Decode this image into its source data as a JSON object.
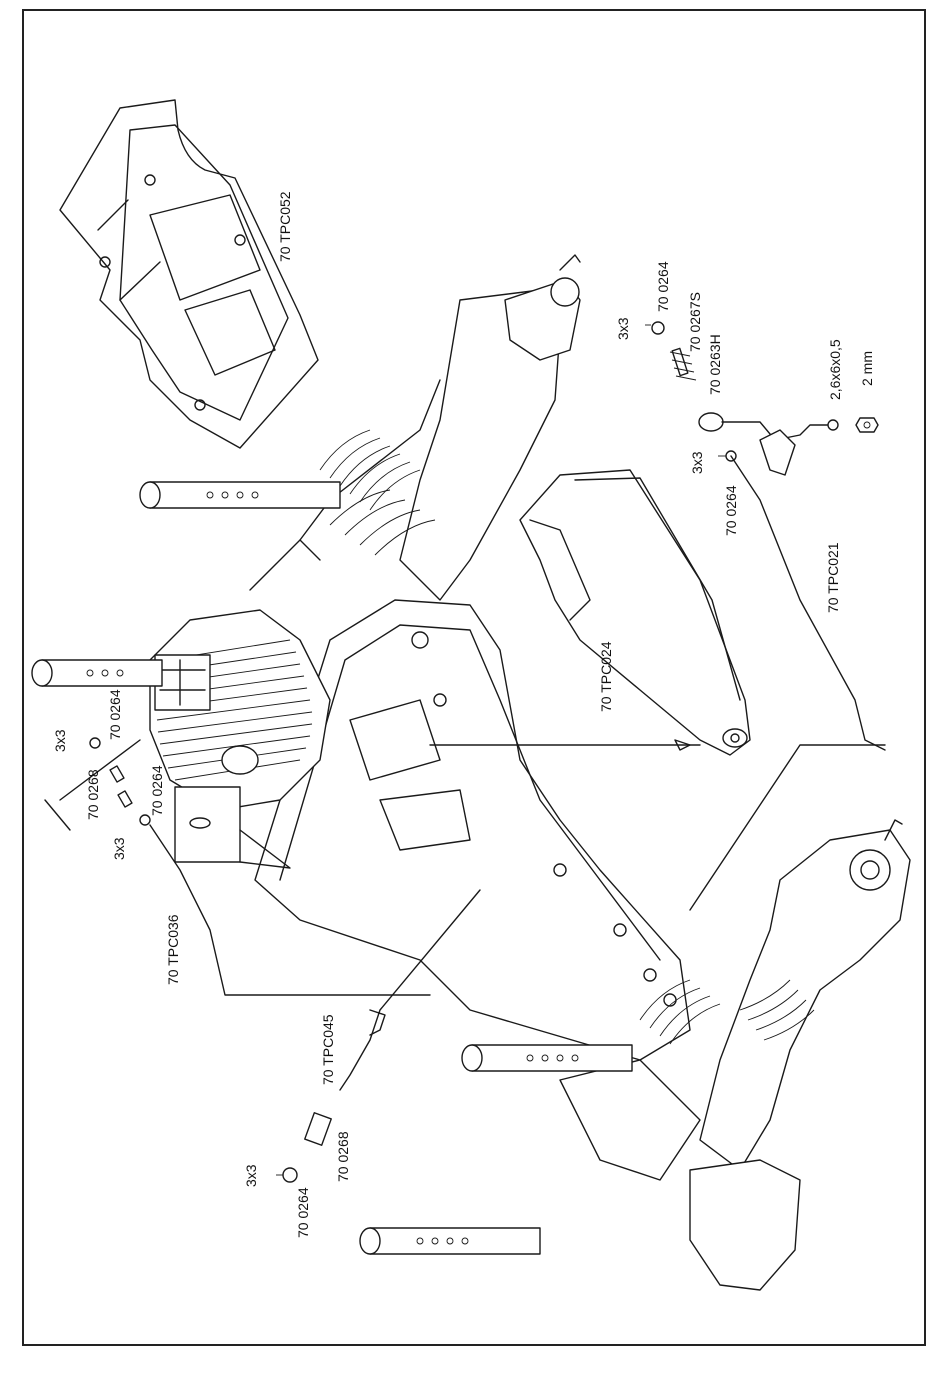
{
  "colors": {
    "ink": "#1a1a1a",
    "paper": "#ffffff"
  },
  "labels": {
    "tpc052": "70 TPC052",
    "p0264_top": "70 0264",
    "p0267s": "70 0267S",
    "p0263h": "70 0263H",
    "screw_top": "3x3",
    "washer": "2,6x6x0,5",
    "nut": "2 mm",
    "screw_mid": "3x3",
    "p0264_mid": "70 0264",
    "tpc021": "70 TPC021",
    "tpc024": "70 TPC024",
    "screw_left_a": "3x3",
    "p0264_left_a": "70 0264",
    "p0268_left": "70 0268",
    "p0264_left_b": "70 0264",
    "screw_left_b": "3x3",
    "tpc036": "70 TPC036",
    "tpc045": "70 TPC045",
    "p0268_bottom": "70 0268",
    "screw_bottom": "3x3",
    "p0264_bottom": "70 0264"
  }
}
